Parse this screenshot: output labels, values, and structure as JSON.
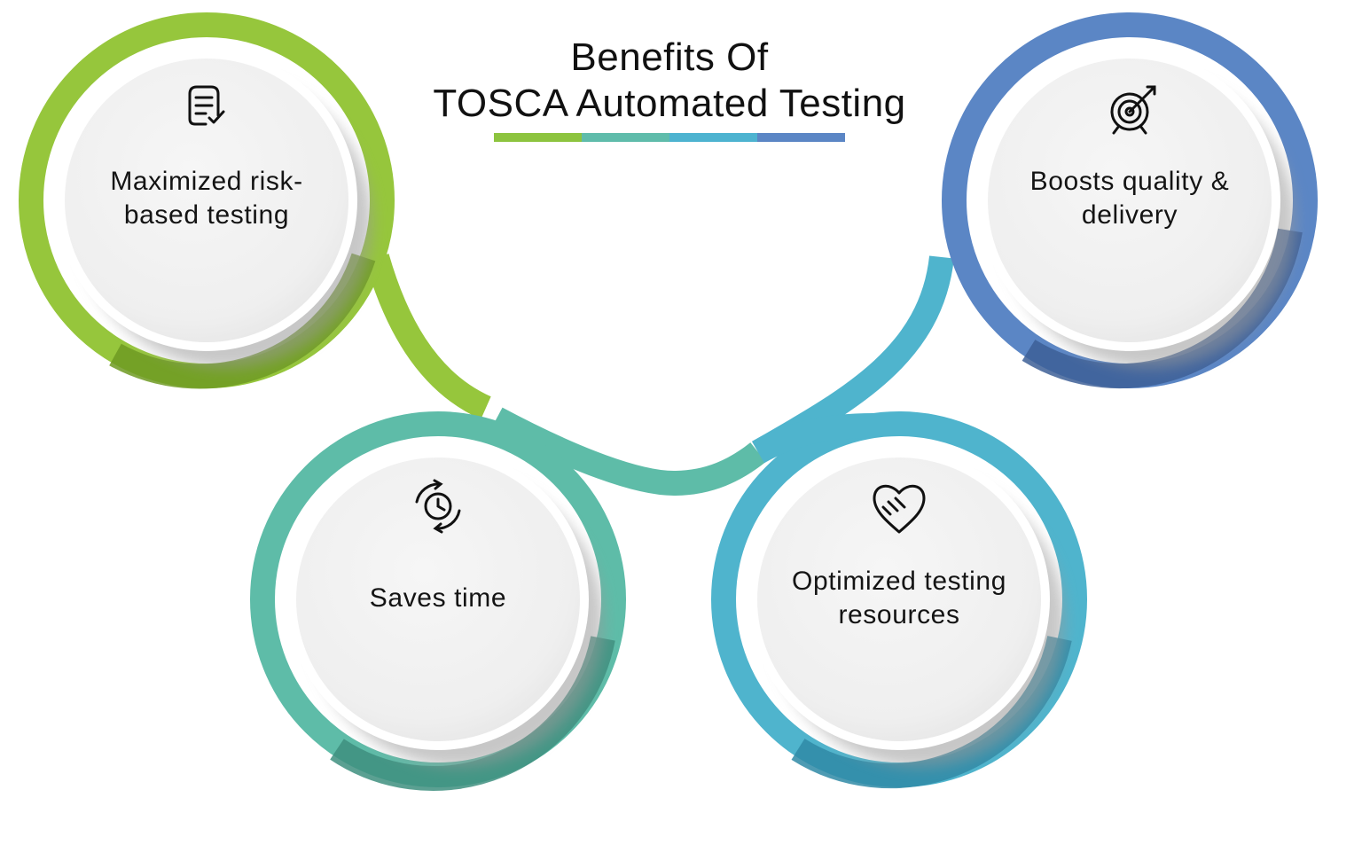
{
  "title": {
    "line1": "Benefits Of",
    "line2": "TOSCA Automated Testing"
  },
  "underline_colors": [
    "#8dc43f",
    "#5fbcab",
    "#4db3d0",
    "#5b86c5"
  ],
  "benefits": [
    {
      "label_lines": [
        "Maximized risk-",
        "based testing"
      ],
      "icon": "checklist-document-icon",
      "color": "#96c63c",
      "shade": "#6e9a22"
    },
    {
      "label_lines": [
        "Boosts quality &",
        "delivery"
      ],
      "icon": "target-arrow-icon",
      "color": "#5b86c5",
      "shade": "#3d5f96"
    },
    {
      "label_lines": [
        "Saves time"
      ],
      "icon": "clock-refresh-icon",
      "color": "#5ebca8",
      "shade": "#3e8f7f"
    },
    {
      "label_lines": [
        "Optimized testing",
        "resources"
      ],
      "icon": "handshake-heart-icon",
      "color": "#4fb4cd",
      "shade": "#2f8aa6"
    }
  ]
}
